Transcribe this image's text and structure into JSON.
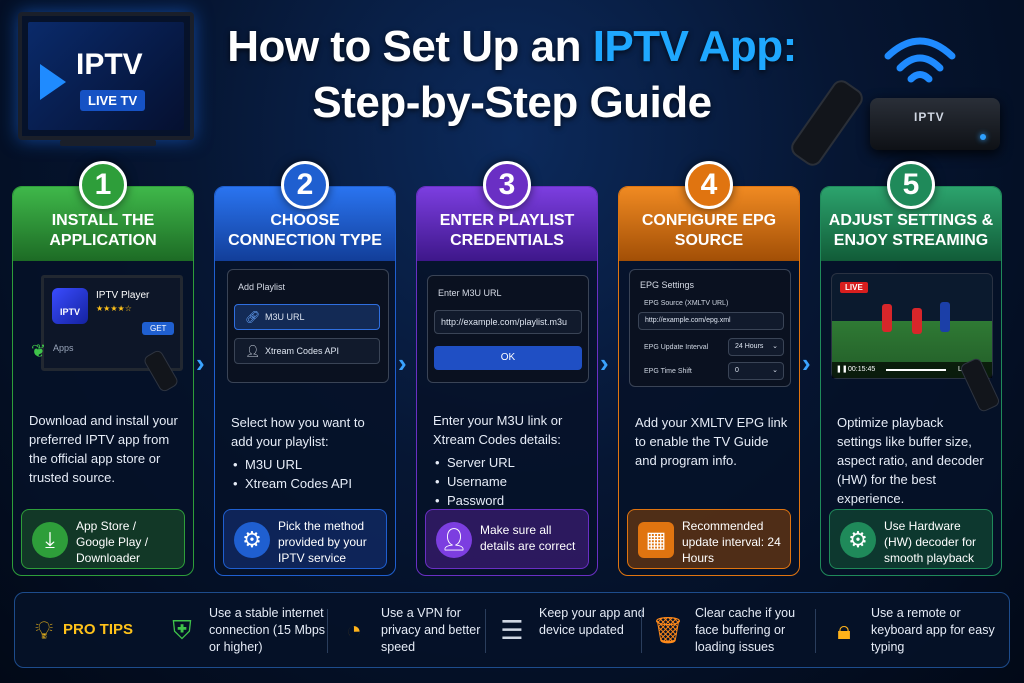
{
  "title": {
    "line1_prefix": "How to Set Up an ",
    "line1_highlight": "IPTV App:",
    "line2": "Step-by-Step Guide"
  },
  "decor": {
    "tv_logo": "IPTV",
    "tv_badge": "LIVE TV",
    "box_label": "IPTV"
  },
  "steps": [
    {
      "number": "1",
      "title": "Install the Application",
      "color": "#2e9e3a",
      "mock": {
        "app_name": "IPTV Player",
        "rating": "★★★★☆",
        "button": "GET",
        "logo": "IPTV",
        "section": "Apps"
      },
      "description": "Download and install your preferred IPTV app from the official app store or trusted source.",
      "tip": "App Store / Google Play / Downloader",
      "tip_icon": "download-icon"
    },
    {
      "number": "2",
      "title": "Choose Connection Type",
      "color": "#1f5fd0",
      "mock": {
        "heading": "Add Playlist",
        "option1": "M3U URL",
        "option2": "Xtream Codes API"
      },
      "description": "Select how you want to add your playlist:",
      "bullets": [
        "M3U URL",
        "Xtream Codes API"
      ],
      "tip": "Pick the method provided by your IPTV service",
      "tip_icon": "gear-icon"
    },
    {
      "number": "3",
      "title": "Enter Playlist Credentials",
      "color": "#6a2fc4",
      "mock": {
        "heading": "Enter M3U URL",
        "value": "http://example.com/playlist.m3u",
        "button": "OK"
      },
      "description": "Enter your M3U link or Xtream Codes details:",
      "bullets": [
        "Server URL",
        "Username",
        "Password"
      ],
      "tip": "Make sure all details are correct",
      "tip_icon": "user-icon"
    },
    {
      "number": "4",
      "title": "Configure EPG Source",
      "color": "#e07410",
      "mock": {
        "heading": "EPG Settings",
        "source_label": "EPG Source (XMLTV URL)",
        "source_value": "http://example.com/epg.xml",
        "interval_label": "EPG Update Interval",
        "interval_value": "24 Hours",
        "shift_label": "EPG Time Shift",
        "shift_value": "0"
      },
      "description": "Add your XMLTV EPG link to enable the TV Guide and program info.",
      "tip": "Recommended update interval: 24 Hours",
      "tip_icon": "tv-guide-icon"
    },
    {
      "number": "5",
      "title": "Adjust Settings & Enjoy Streaming",
      "color": "#1f8a5a",
      "mock": {
        "badge": "LIVE",
        "time": "00:15:45",
        "live_label": "LIVE"
      },
      "description": "Optimize playback settings like buffer size, aspect ratio, and decoder (HW) for the best experience.",
      "tip": "Use Hardware (HW) decoder for smooth playback",
      "tip_icon": "gear-icon"
    }
  ],
  "pro_tips": {
    "label": "PRO TIPS",
    "items": [
      {
        "text": "Use a stable internet connection (15 Mbps or higher)",
        "icon": "shield-check-icon",
        "color": "#3fc44a"
      },
      {
        "text": "Use a VPN for privacy and better speed",
        "icon": "speedometer-icon",
        "color": "#ffb21a"
      },
      {
        "text": "Keep your app and device updated",
        "icon": "checklist-icon",
        "color": "#cfd6e2"
      },
      {
        "text": "Clear cache if you face buffering or loading issues",
        "icon": "trash-icon",
        "color": "#ff8a1a"
      },
      {
        "text": "Use a remote or keyboard app for easy typing",
        "icon": "lock-icon",
        "color": "#ffb21a"
      }
    ]
  }
}
